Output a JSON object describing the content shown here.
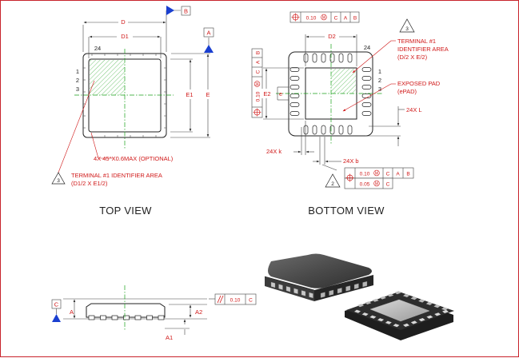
{
  "views": {
    "top": "TOP VIEW",
    "bottom": "BOTTOM VIEW"
  },
  "top_view": {
    "dim_d": "D",
    "dim_d1": "D1",
    "dim_e": "E",
    "dim_e1": "E1",
    "datum_a": "A",
    "datum_b": "B",
    "pin24": "24",
    "pin1": "1",
    "pin2": "2",
    "pin3": "3",
    "chamfer_note": "4X 45°X0.6MAX (OPTIONAL)",
    "terminal_note_line1": "TERMINAL #1 IDENTIFIER AREA",
    "terminal_note_line2": "(D1/2 X E1/2)",
    "note_num": "3"
  },
  "bottom_view": {
    "dim_d2": "D2",
    "dim_e2": "E2",
    "dim_e": "e",
    "pin24": "24",
    "pin1": "1",
    "pin2": "2",
    "pin3": "3",
    "fcf_top": [
      "0.10",
      "C",
      "A",
      "B"
    ],
    "fcf_side": [
      "0.10",
      "C",
      "A",
      "B"
    ],
    "fcf_bottom_row1": [
      "0.10",
      "C",
      "A",
      "B"
    ],
    "fcf_bottom_row2": [
      "0.05",
      "C"
    ],
    "note3": "3",
    "note2": "2",
    "terminal_line1": "TERMINAL #1",
    "terminal_line2": "IDENTIFIER AREA",
    "terminal_line3": "(D/2 X E/2)",
    "exposed_line1": "EXPOSED PAD",
    "exposed_line2": "(ePAD)",
    "lead_l": "24X L",
    "lead_k": "24X k",
    "lead_b": "24X b"
  },
  "side_view": {
    "datum_c": "C",
    "dim_a": "A",
    "dim_a1": "A1",
    "dim_a2": "A2",
    "flatness": "0.10",
    "flatness_datum": "C"
  },
  "colors": {
    "red": "#d01818",
    "green": "#18a018",
    "frame": "#c8232c"
  }
}
